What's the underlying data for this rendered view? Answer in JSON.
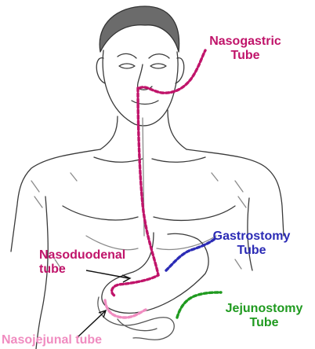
{
  "colors": {
    "outline": "#3a3a3a",
    "shading": "#8a8a8a",
    "nasogastric": "#c0146a",
    "nasoduodenal": "#c0146a",
    "gastrostomy": "#2b2bb5",
    "jejunostomy": "#1f9a1f",
    "nasojejunal": "#f08cc0"
  },
  "labels": {
    "nasogastric": [
      "Nasogastric",
      "Tube"
    ],
    "gastrostomy": [
      "Gastrostomy",
      "Tube"
    ],
    "nasoduodenal": [
      "Nasoduodenal",
      "tube"
    ],
    "jejunostomy": [
      "Jejunostomy",
      "Tube"
    ],
    "nasojejunal": "Nasojejunal tube"
  }
}
